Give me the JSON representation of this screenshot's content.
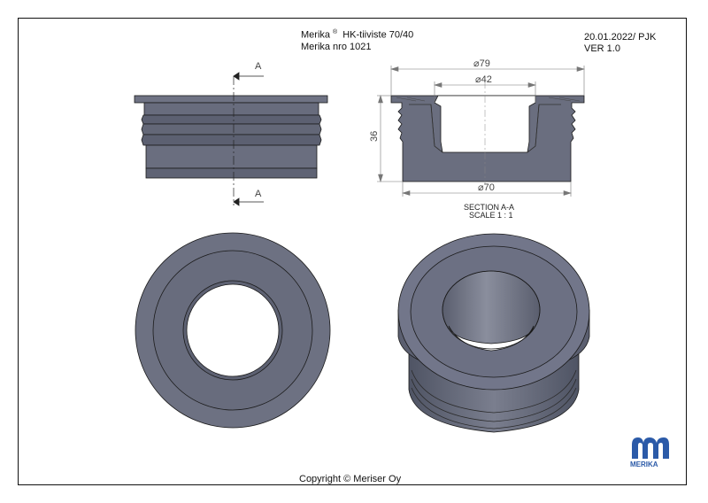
{
  "title": {
    "brand": "Merika",
    "reg": "®",
    "product": "HK-tiiviste 70/40",
    "part_no": "Merika nro 1021"
  },
  "revision": {
    "date_author": "20.01.2022/ PJK",
    "version": "VER 1.0"
  },
  "section_marks": {
    "top": "A",
    "bottom": "A"
  },
  "dimensions": {
    "outer_dia": "⌀79",
    "inner_dia": "⌀42",
    "height": "36",
    "base_dia": "⌀70"
  },
  "section_label": {
    "line1": "SECTION A-A",
    "line2": "SCALE 1 : 1"
  },
  "logo_text": "MERIKA",
  "copyright": "Copyright © Meriser Oy",
  "colors": {
    "part_fill": "#6d7182",
    "part_dark": "#555a6b",
    "part_light": "#8a8e9e",
    "line": "#1a1a1a",
    "logo_blue": "#2b5aa8"
  }
}
